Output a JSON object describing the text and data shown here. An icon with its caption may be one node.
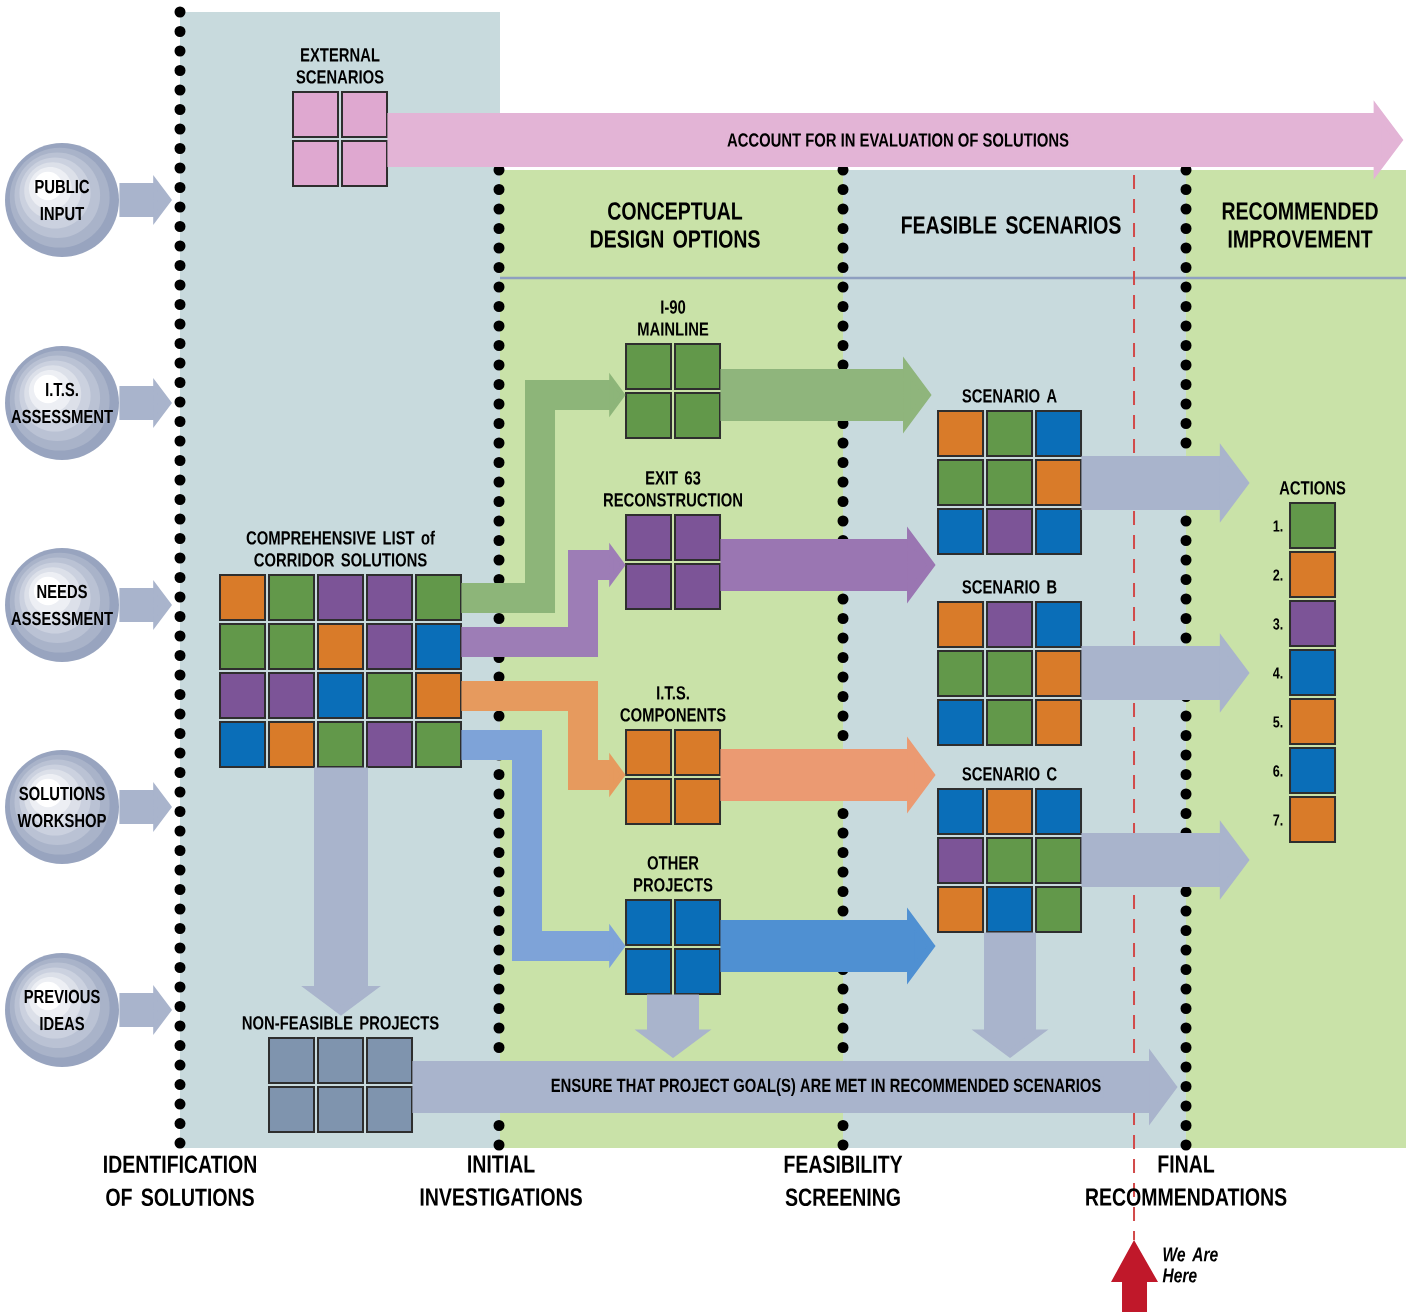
{
  "diagram": {
    "nodes": [
      {
        "text": [
          "PUBLIC INPUT"
        ]
      },
      {
        "text": [
          "I.T.S. ASSESSMENT"
        ]
      },
      {
        "text": [
          "NEEDS ASSESSMENT"
        ]
      },
      {
        "text": [
          "SOLUTIONS WORKSHOP"
        ]
      },
      {
        "text": [
          "PREVIOUS IDEAS"
        ]
      },
      {
        "text": [
          "EXTERNAL SCENARIOS"
        ]
      },
      {
        "text": [
          "COMPREHENSIVE LIST of CORRIDOR SOLUTIONS"
        ]
      },
      {
        "text": [
          "I-90 MAINLINE"
        ]
      },
      {
        "text": [
          "EXIT 63 RECONSTRUCTION"
        ]
      },
      {
        "text": [
          "I.T.S. COMPONENTS"
        ]
      },
      {
        "text": [
          "OTHER PROJECTS"
        ]
      },
      {
        "text": [
          "SCENARIO A"
        ]
      },
      {
        "text": [
          "SCENARIO B"
        ]
      },
      {
        "text": [
          "SCENARIO C"
        ]
      },
      {
        "text": [
          "ACTIONS"
        ]
      },
      {
        "text": [
          "NON-FEASIBLE PROJECTS"
        ]
      }
    ],
    "edges": [
      {
        "from": 0,
        "to": null,
        "arrow": "to"
      },
      {
        "from": 1,
        "to": null,
        "arrow": "to"
      },
      {
        "from": 2,
        "to": null,
        "arrow": "to"
      },
      {
        "from": 3,
        "to": null,
        "arrow": "to"
      },
      {
        "from": 4,
        "to": null,
        "arrow": "to"
      },
      {
        "from": 5,
        "to": 14,
        "arrow": "to",
        "label": "ACCOUNT FOR IN EVALUATION OF SOLUTIONS",
        "color": "#e3b4d6"
      },
      {
        "from": 6,
        "to": 7,
        "arrow": "to",
        "color": "#8db579"
      },
      {
        "from": 6,
        "to": 8,
        "arrow": "to",
        "color": "#9d7db6"
      },
      {
        "from": 6,
        "to": 9,
        "arrow": "to",
        "color": "#e69a5e"
      },
      {
        "from": 6,
        "to": 10,
        "arrow": "to",
        "color": "#7ea3d8"
      },
      {
        "from": 7,
        "to": 11,
        "arrow": "to",
        "color": "#8fb57c"
      },
      {
        "from": 8,
        "to": 11,
        "arrow": "to",
        "color": "#9a76b2"
      },
      {
        "from": 9,
        "to": 12,
        "arrow": "to",
        "color": "#eb9a72"
      },
      {
        "from": 10,
        "to": 13,
        "arrow": "to",
        "color": "#4f90d2"
      },
      {
        "from": 11,
        "to": 14,
        "arrow": "to"
      },
      {
        "from": 12,
        "to": 14,
        "arrow": "to"
      },
      {
        "from": 13,
        "to": 14,
        "arrow": "to"
      },
      {
        "from": 6,
        "to": 15,
        "arrow": "to"
      },
      {
        "from": 10,
        "to": null,
        "arrow": "to"
      },
      {
        "from": 13,
        "to": null,
        "arrow": "to"
      },
      {
        "from": 15,
        "to": 14,
        "arrow": "to",
        "label": "ENSURE THAT PROJECT GOAL(S) ARE MET IN RECOMMENDED SCENARIOS"
      }
    ],
    "labels": [
      "CONCEPTUAL DESIGN OPTIONS",
      "FEASIBLE SCENARIOS",
      "RECOMMENDED IMPROVEMENT",
      "1.",
      "2.",
      "3.",
      "4.",
      "5.",
      "6.",
      "7.",
      "IDENTIFICATION OF SOLUTIONS",
      "INITIAL INVESTIGATIONS",
      "FEASIBILITY SCREENING",
      "FINAL RECOMMENDATIONS",
      "We Are Here"
    ]
  }
}
